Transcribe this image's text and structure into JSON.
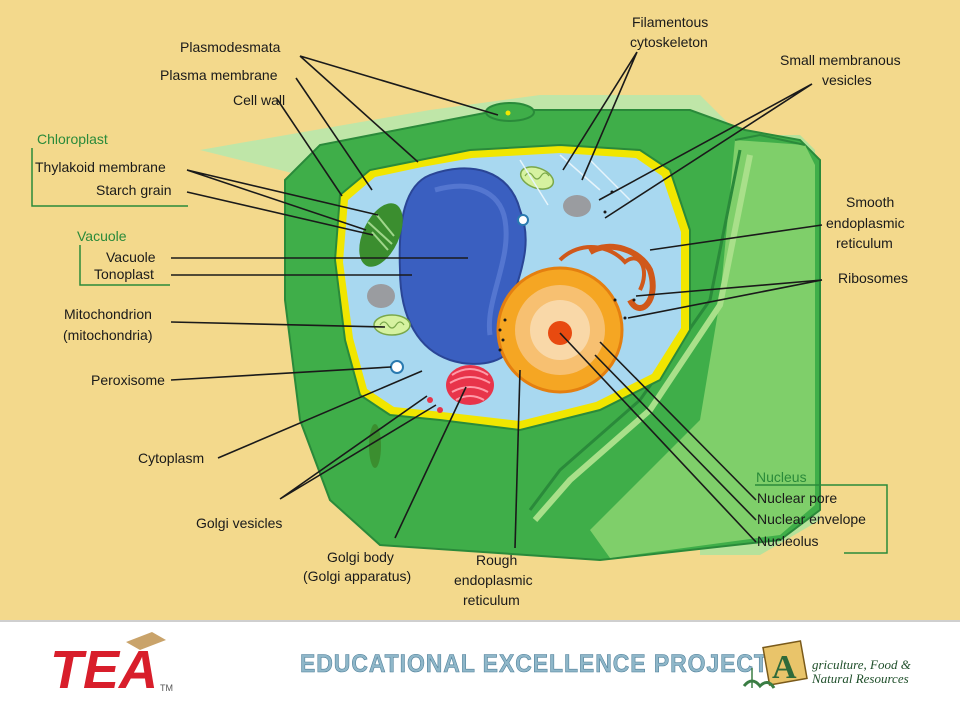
{
  "labels": {
    "plasmodesmata": "Plasmodesmata",
    "plasma_membrane": "Plasma membrane",
    "cell_wall": "Cell wall",
    "thylakoid": "Thylakoid membrane",
    "starch": "Starch grain",
    "vacuole": "Vacuole",
    "tonoplast": "Tonoplast",
    "mito1": "Mitochondrion",
    "mito2": "(mitochondria)",
    "peroxisome": "Peroxisome",
    "cytoplasm": "Cytoplasm",
    "golgi_vesicles": "Golgi vesicles",
    "golgi_body1": "Golgi body",
    "golgi_body2": "(Golgi apparatus)",
    "rough_er1": "Rough",
    "rough_er2": "endoplasmic",
    "rough_er3": "reticulum",
    "filament1": "Filamentous",
    "filament2": "cytoskeleton",
    "small_ves1": "Small membranous",
    "small_ves2": "vesicles",
    "smooth_er1": "Smooth",
    "smooth_er2": "endoplasmic",
    "smooth_er3": "reticulum",
    "ribosomes": "Ribosomes",
    "nuclear_pore": "Nuclear pore",
    "nuclear_envelope": "Nuclear envelope",
    "nucleolus": "Nucleolus"
  },
  "groups": {
    "chloroplast": "Chloroplast",
    "vacuole": "Vacuole",
    "nucleus": "Nucleus"
  },
  "footer": {
    "logo": "TEA",
    "trademark": "TM",
    "title": "EDUCATIONAL EXCELLENCE PROJECT",
    "agri_line1": "griculture, Food &",
    "agri_line2": "Natural Resources",
    "agri_letter": "A"
  },
  "colors": {
    "background": "#f3d98c",
    "cell_wall_green": "#3fae49",
    "group_label_green": "#2a8a3a",
    "cytoplasm_blue": "#a8d8f0",
    "vacuole_blue": "#3a5fc0",
    "nucleus_orange": "#f5a623",
    "golgi_red": "#e8344a",
    "tea_red": "#d81e2b"
  }
}
